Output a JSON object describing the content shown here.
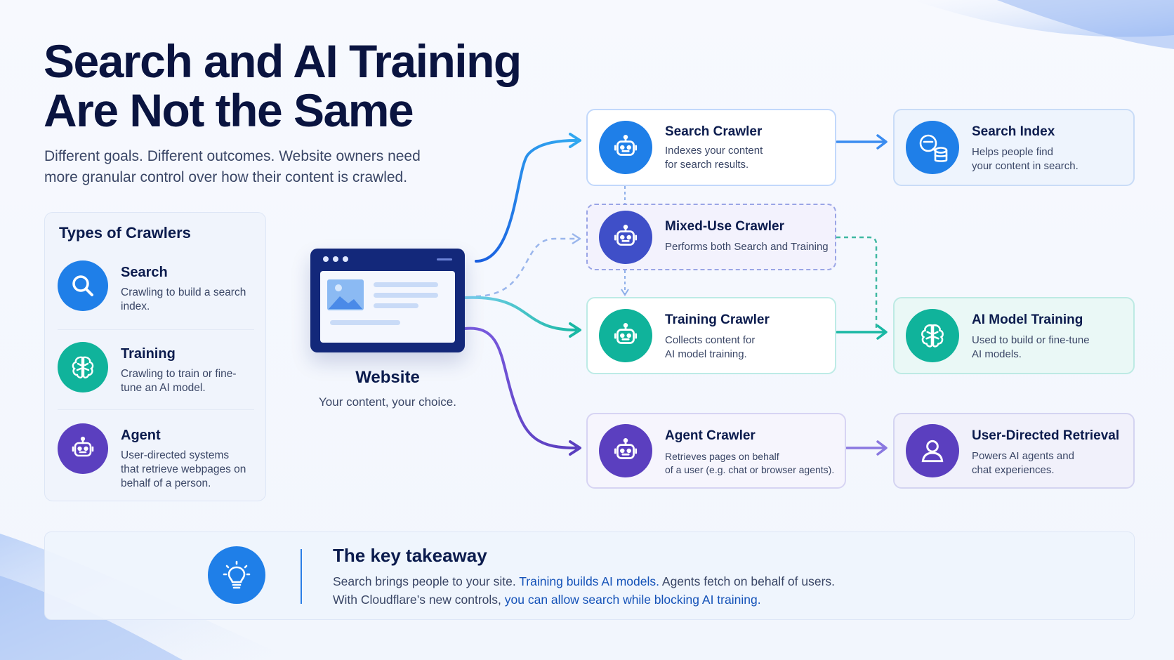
{
  "title_line1": "Search and AI Training",
  "title_line2": "Are Not the Same",
  "subtitle_line1": "Different goals. Different outcomes. Website owners need",
  "subtitle_line2": "more granular control over how their content is crawled.",
  "types": {
    "heading": "Types of Crawlers",
    "items": [
      {
        "name": "Search",
        "desc": "Crawling to build a search index.",
        "icon": "search-icon",
        "color": "#1f7fe8"
      },
      {
        "name": "Training",
        "desc": "Crawling to train or fine-tune an AI model.",
        "icon": "brain-icon",
        "color": "#10b39b"
      },
      {
        "name": "Agent",
        "desc": "User-directed systems that retrieve webpages on behalf of a person.",
        "icon": "robot-icon",
        "color": "#5b3fbf"
      }
    ]
  },
  "website": {
    "label": "Website",
    "sub": "Your content, your choice."
  },
  "crawlers": {
    "search": {
      "name": "Search Crawler",
      "desc1": "Indexes your content",
      "desc2": "for search results.",
      "color": "#1f7fe8"
    },
    "mixed": {
      "name": "Mixed-Use Crawler",
      "desc1": "Performs both Search and Training",
      "color": "#3f4fc8"
    },
    "training": {
      "name": "Training Crawler",
      "desc1": "Collects content for",
      "desc2": "AI model training.",
      "color": "#10b39b"
    },
    "agent": {
      "name": "Agent Crawler",
      "desc1": "Retrieves pages on behalf",
      "desc2": "of a user (e.g. chat or browser agents).",
      "color": "#5b3fbf"
    }
  },
  "outcomes": {
    "index": {
      "name": "Search Index",
      "desc1": "Helps people find",
      "desc2": "your content in search.",
      "color": "#1f7fe8"
    },
    "model": {
      "name": "AI Model Training",
      "desc1": "Used to build or fine-tune",
      "desc2": "AI models.",
      "color": "#10b39b"
    },
    "user": {
      "name": "User-Directed Retrieval",
      "desc1": "Powers AI agents and",
      "desc2": "chat experiences.",
      "color": "#5b3fbf"
    }
  },
  "takeaway": {
    "title": "The key takeaway",
    "line1_a": "Search brings people to your site. ",
    "line1_b": "Training builds AI models.",
    "line1_c": " Agents fetch on behalf of users.",
    "line2_a": "With Cloudflare’s new controls, ",
    "line2_b": "you can allow search while blocking AI training."
  }
}
